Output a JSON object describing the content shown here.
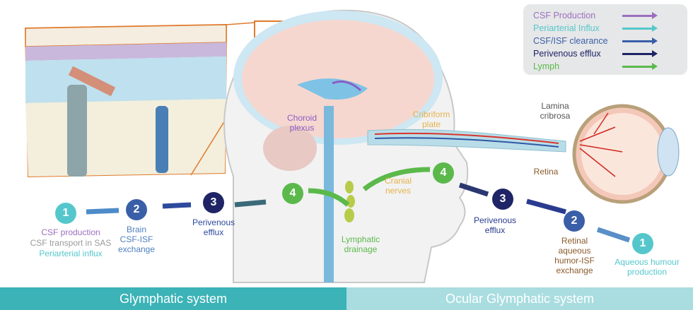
{
  "legend": {
    "items": [
      {
        "label": "CSF Production",
        "color": "#9b6fbf"
      },
      {
        "label": "Periarterial Influx",
        "color": "#55c7cc"
      },
      {
        "label": "CSF/ISF clearance",
        "color": "#3a5fa8"
      },
      {
        "label": "Perivenous efflux",
        "color": "#1e2466"
      },
      {
        "label": "Lymph",
        "color": "#5bb94b"
      }
    ]
  },
  "steps": {
    "left": [
      {
        "number": "1",
        "color": "#55c7cc"
      },
      {
        "number": "2",
        "color": "#3a5fa8"
      },
      {
        "number": "3",
        "color": "#1e2466"
      },
      {
        "number": "4",
        "color": "#5bb94b"
      }
    ],
    "right": [
      {
        "number": "4",
        "color": "#5bb94b"
      },
      {
        "number": "3",
        "color": "#1e2466"
      },
      {
        "number": "2",
        "color": "#3a5fa8"
      },
      {
        "number": "1",
        "color": "#55c7cc"
      }
    ]
  },
  "labels": {
    "csf_production": "CSF production",
    "csf_transport": "CSF transport in SAS",
    "periarterial_influx": "Periarterial influx",
    "brain_exchange": "Brain\nCSF-ISF\nexchange",
    "perivenous_efflux_left": "Perivenous\nefflux",
    "lymphatic_drainage": "Lymphatic\ndrainage",
    "choroid_plexus": "Choroid\nplexus",
    "cribriform_plate": "Cribriform\nplate",
    "cranial_nerves": "Cranial\nnerves",
    "lamina_cribrosa": "Lamina\ncribrosa",
    "retina": "Retina",
    "perivenous_efflux_right": "Perivenous\nefflux",
    "retinal_exchange": "Retinal\naqueous\nhumor-ISF\nexchange",
    "aqueous_humour": "Aqueous humour\nproduction"
  },
  "banners": {
    "left": "Glymphatic system",
    "right": "Ocular Glymphatic system"
  }
}
